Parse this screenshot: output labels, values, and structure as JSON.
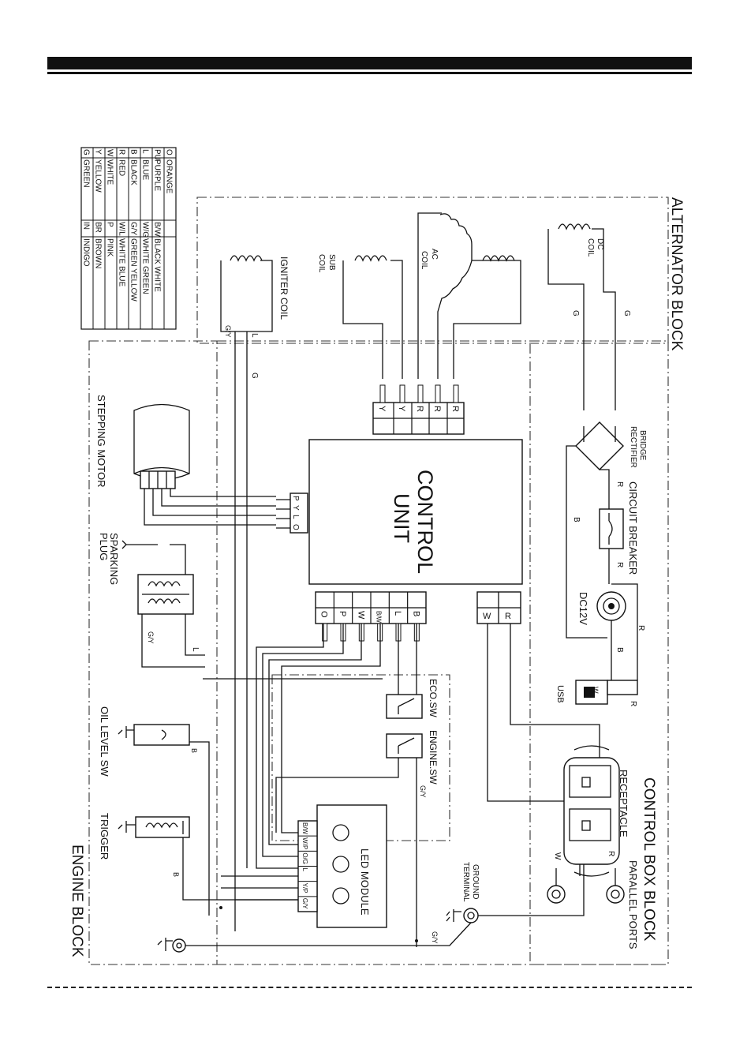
{
  "blocks": {
    "alternator": "ALTERNATOR BLOCK",
    "control_box": "CONTROL BOX BLOCK",
    "engine": "ENGINE BLOCK"
  },
  "legend": {
    "rows": [
      [
        "O",
        "ORANGE",
        "",
        ""
      ],
      [
        "PU",
        "PURPLE",
        "B/W",
        "BLACK WHITE"
      ],
      [
        "L",
        "BLUE",
        "W/G",
        "WHITE GREEN"
      ],
      [
        "B",
        "BLACK",
        "G/Y",
        "GREEN YELLOW"
      ],
      [
        "R",
        "RED",
        "W/L",
        "WHITE BLUE"
      ],
      [
        "W",
        "WHITE",
        "P",
        "PINK"
      ],
      [
        "Y",
        "YELLOW",
        "BR",
        "BROWN"
      ],
      [
        "G",
        "GREEN",
        "IN",
        "INDIGO"
      ]
    ]
  },
  "components": {
    "igniter_coil": "IGNITER COIL",
    "sub_coil": [
      "SUB",
      "COIL"
    ],
    "ac_coil": [
      "AC",
      "COIL"
    ],
    "dc_coil": [
      "DC",
      "COIL"
    ],
    "bridge_rectifier": [
      "BRIDGE",
      "RECTIFIER"
    ],
    "circuit_breaker": "CIRCUIT BREAKER",
    "dc12v": "DC12V",
    "usb": "USB",
    "control_unit": [
      "CONTROL",
      "UNIT"
    ],
    "stepping_motor": "STEPPING MOTOR",
    "sparking_plug": [
      "SPARKING",
      "PLUG"
    ],
    "eco_sw": "ECO.SW",
    "engine_sw": "ENGINE.SW",
    "oil_level_sw": "OIL LEVEL SW",
    "trigger": "TRIGGER",
    "led_module": "LED MODULE",
    "receptacle": "RECEPTACLE",
    "parallel_ports": "PARALLEL PORTS",
    "ground_terminal": [
      "GROUND",
      "TERMINAL"
    ]
  },
  "connectors": {
    "coil_terminals": [
      "Y",
      "Y",
      "R",
      "R",
      "R"
    ],
    "motor_pins": [
      "P",
      "Y",
      "L",
      "O"
    ],
    "lower_pins": [
      "O",
      "P",
      "W",
      "B/W",
      "L",
      "B"
    ],
    "output_pins": [
      "W",
      "R"
    ],
    "led_pins": [
      "B/W",
      "W/P",
      "O/G",
      "L",
      "Y/P",
      "G/Y"
    ]
  },
  "wire_labels": {
    "alt_g1": "G",
    "alt_g2": "G",
    "igniter_gy": "G/Y",
    "igniter_l": "L",
    "igniter_g": "G",
    "br_r": "R",
    "br_b": "B",
    "cb_r": "R",
    "dc_r": "R",
    "dc_b": "B",
    "usb_w": "W",
    "usb_r": "R",
    "spark_gy": "G/Y",
    "spark_l": "L",
    "oil_b": "B",
    "trig_b": "B",
    "rec_r": "R",
    "rec_w": "W",
    "esw_gy": "G/Y",
    "gnd_gy": "G/Y"
  }
}
